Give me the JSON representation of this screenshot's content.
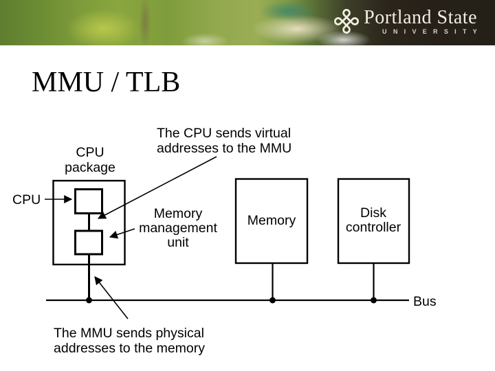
{
  "slide": {
    "title": "MMU / TLB"
  },
  "banner": {
    "logo_icon_glyph": "⌘",
    "institution": "Portland State",
    "institution_sub": "U N I V E R S I T Y"
  },
  "diagram": {
    "note_top": {
      "line1": "The CPU sends virtual",
      "line2": "addresses to the MMU"
    },
    "note_bottom": {
      "line1": "The MMU sends physical",
      "line2": "addresses to the memory"
    },
    "cpu_package": {
      "line1": "CPU",
      "line2": "package"
    },
    "cpu_label": "CPU",
    "mmu": {
      "line1": "Memory",
      "line2": "management",
      "line3": "unit"
    },
    "memory_label": "Memory",
    "disk": {
      "line1": "Disk",
      "line2": "controller"
    },
    "bus_label": "Bus"
  },
  "colors": {
    "ink": "#000000",
    "banner_dark": "#241f17",
    "logo_text": "#f2eee1"
  }
}
